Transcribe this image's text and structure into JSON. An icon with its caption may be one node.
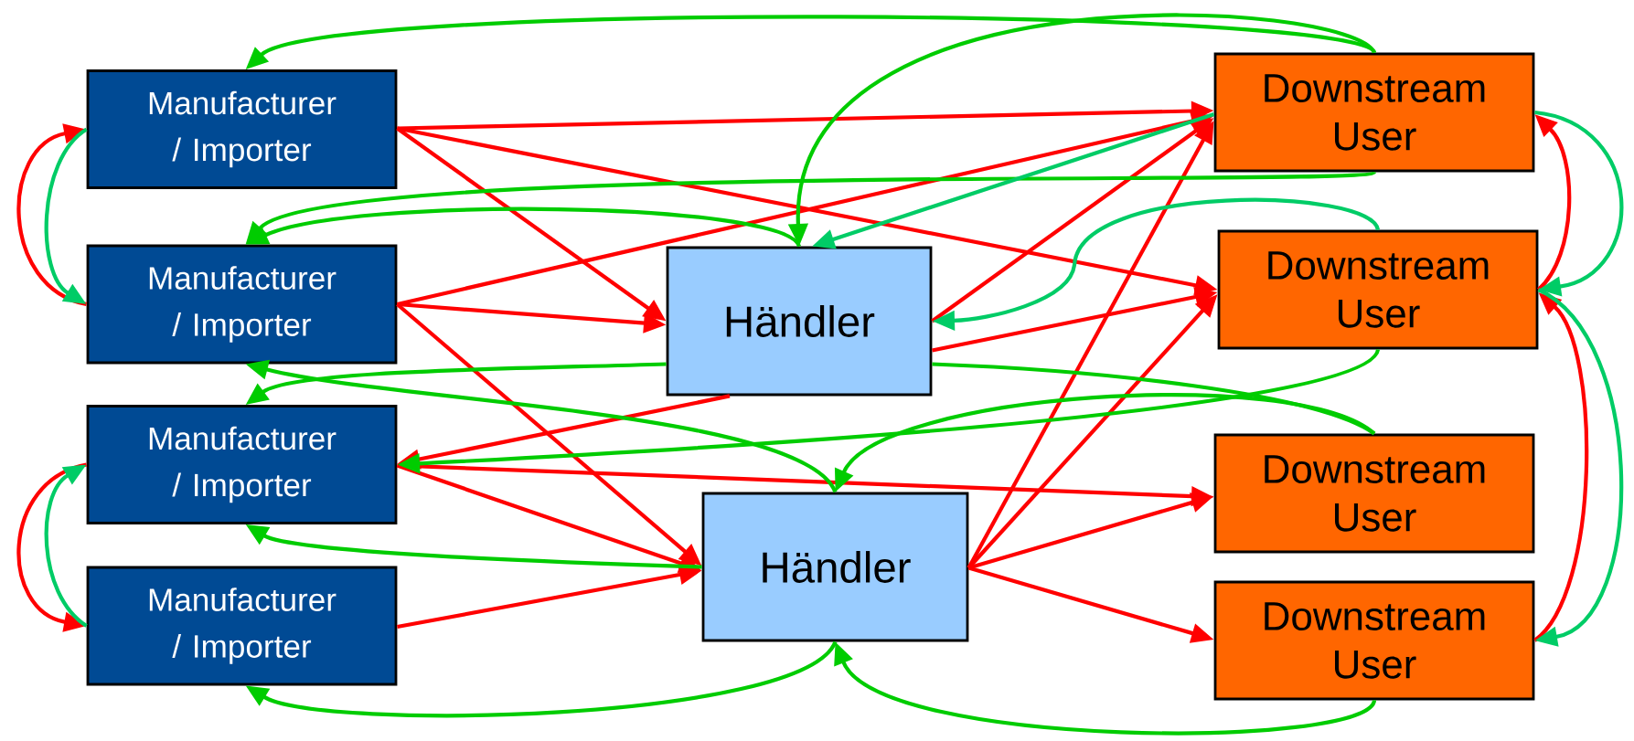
{
  "diagram": {
    "nodes": [
      {
        "text": [
          "Manufacturer / Importer"
        ]
      },
      {
        "text": [
          "Manufacturer / Importer"
        ]
      },
      {
        "text": [
          "Manufacturer / Importer"
        ]
      },
      {
        "text": [
          "Manufacturer / Importer"
        ]
      },
      {
        "text": [
          "Händler"
        ]
      },
      {
        "text": [
          "Händler"
        ]
      },
      {
        "text": [
          "Downstream User"
        ]
      },
      {
        "text": [
          "Downstream User"
        ]
      },
      {
        "text": [
          "Downstream User"
        ]
      },
      {
        "text": [
          "Downstream User"
        ]
      }
    ],
    "edges": [
      {
        "from": 0,
        "to": 6,
        "arrow": "to"
      },
      {
        "from": 0,
        "to": 7,
        "arrow": "to"
      },
      {
        "from": 0,
        "to": 4,
        "arrow": "to"
      },
      {
        "from": 1,
        "to": 6,
        "arrow": "to"
      },
      {
        "from": 1,
        "to": 4,
        "arrow": "to"
      },
      {
        "from": 1,
        "to": 5,
        "arrow": "to"
      },
      {
        "from": 2,
        "to": 5,
        "arrow": "to"
      },
      {
        "from": 3,
        "to": 5,
        "arrow": "to"
      },
      {
        "from": 2,
        "to": 8,
        "arrow": "to"
      },
      {
        "from": 4,
        "to": 2,
        "arrow": "to"
      },
      {
        "from": 4,
        "to": 6,
        "arrow": "to"
      },
      {
        "from": 4,
        "to": 7,
        "arrow": "to"
      },
      {
        "from": 5,
        "to": 6,
        "arrow": "to"
      },
      {
        "from": 5,
        "to": 7,
        "arrow": "to"
      },
      {
        "from": 5,
        "to": 8,
        "arrow": "to"
      },
      {
        "from": 5,
        "to": 9,
        "arrow": "to"
      },
      {
        "from": 1,
        "to": 0,
        "arrow": "to"
      },
      {
        "from": 2,
        "to": 3,
        "arrow": "to"
      },
      {
        "from": 7,
        "to": 6,
        "arrow": "to"
      },
      {
        "from": 9,
        "to": 7,
        "arrow": "to"
      },
      {
        "from": 6,
        "to": 0,
        "arrow": "to",
        "color": "#00cc00"
      },
      {
        "from": 6,
        "to": 4,
        "arrow": "to",
        "color": "#00cc00"
      },
      {
        "from": 6,
        "to": 1,
        "arrow": "to",
        "color": "#00cc00"
      },
      {
        "from": 4,
        "to": 1,
        "arrow": "to",
        "color": "#00cc00"
      },
      {
        "from": 6,
        "to": 4,
        "arrow": "to",
        "color": "#00cc66"
      },
      {
        "from": 7,
        "to": 4,
        "arrow": "to",
        "color": "#00cc66"
      },
      {
        "from": 4,
        "to": 2,
        "arrow": "to",
        "color": "#00cc00"
      },
      {
        "from": 5,
        "to": 1,
        "arrow": "to",
        "color": "#00cc00"
      },
      {
        "from": 7,
        "to": 2,
        "arrow": "to",
        "color": "#00cc00"
      },
      {
        "from": 8,
        "to": 5,
        "arrow": "to",
        "color": "#00cc00"
      },
      {
        "from": 8,
        "to": 4,
        "arrow": "none",
        "color": "#00cc00"
      },
      {
        "from": 5,
        "to": 2,
        "arrow": "to",
        "color": "#00cc00"
      },
      {
        "from": 5,
        "to": 3,
        "arrow": "to",
        "color": "#00cc00"
      },
      {
        "from": 9,
        "to": 5,
        "arrow": "to",
        "color": "#00cc00"
      },
      {
        "from": 0,
        "to": 1,
        "arrow": "to",
        "color": "#00cc66"
      },
      {
        "from": 3,
        "to": 2,
        "arrow": "to",
        "color": "#00cc66"
      },
      {
        "from": 6,
        "to": 7,
        "arrow": "to",
        "color": "#00cc66"
      },
      {
        "from": 7,
        "to": 9,
        "arrow": "to",
        "color": "#00cc66"
      }
    ]
  }
}
